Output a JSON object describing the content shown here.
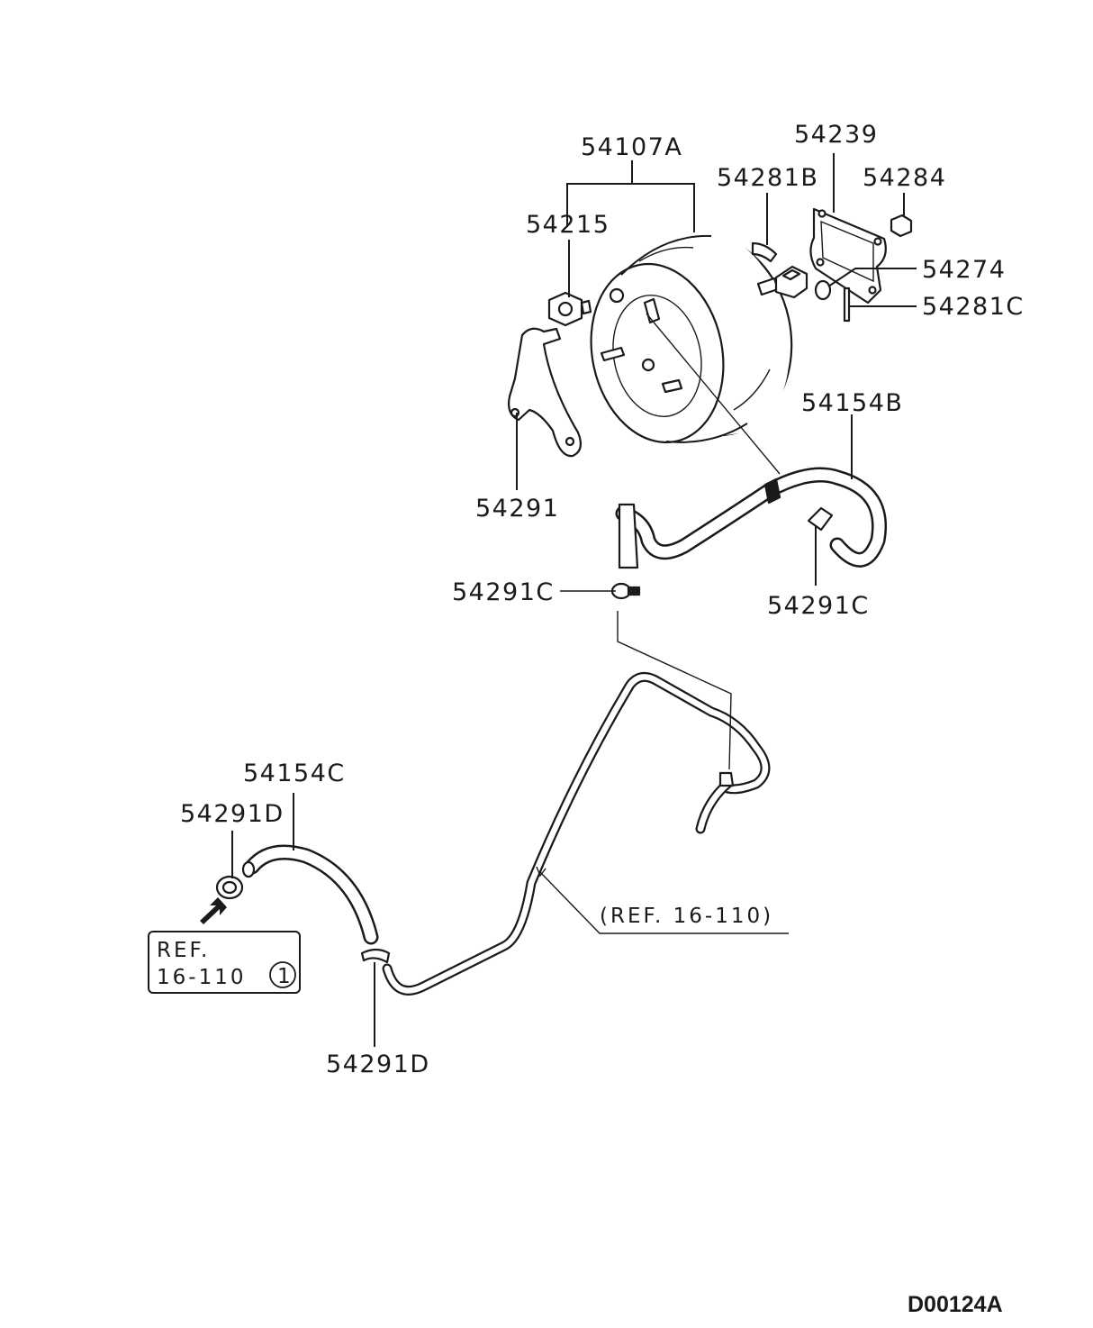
{
  "parts": {
    "brake_booster": "54107A",
    "check_valve": "54215",
    "gasket": "54239",
    "pin_upper": "54281B",
    "nut": "54284",
    "clevis": "54274",
    "pin_lower": "54281C",
    "bracket": "54291",
    "vacuum_hose_upper": "54154B",
    "clamp_left": "54291C",
    "clamp_right": "54291C",
    "vacuum_hose_lower": "54154C",
    "clamp_top": "54291D",
    "clamp_bottom": "54291D"
  },
  "references": {
    "pipe_ref": "(REF. 16-110)",
    "box_ref_line1": "REF.",
    "box_ref_line2": "16-110",
    "box_ref_circle": "1"
  },
  "diagram_code": "D00124A"
}
